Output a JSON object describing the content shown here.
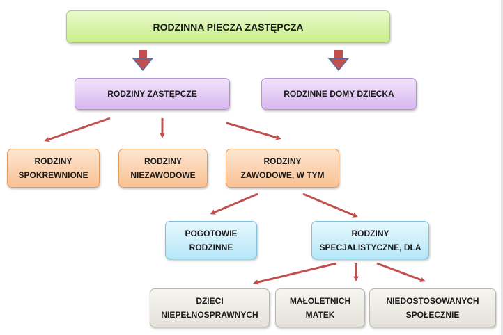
{
  "nodes": {
    "root": "RODZINNA PIECZA ZASTĘPCZA",
    "foster_families": "RODZINY ZASTĘPCZE",
    "family_homes": "RODZINNE DOMY DZIECKA",
    "related": "RODZINY\nSPOKREWNIONE",
    "non_professional": "RODZINY\nNIEZAWODOWE",
    "professional": "RODZINY\nZAWODOWE, W TYM",
    "emergency": "POGOTOWIE\nRODZINNE",
    "specialist": "RODZINY\nSPECJALISTYCZNE, DLA",
    "disabled_children": "DZIECI\nNIEPEŁNOSPRAWNYCH",
    "minor_mothers": "MAŁOLETNICH\nMATEK",
    "maladjusted": "NIEDOSTOSOWANYCH\nSPOŁECZNIE"
  },
  "colors": {
    "arrow_red": "#c0504d",
    "arrow_blue": "#4f6fa8"
  }
}
